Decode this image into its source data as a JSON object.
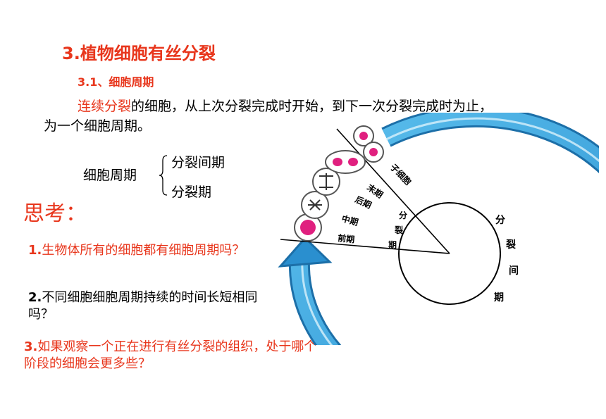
{
  "slide": {
    "title": "3.植物细胞有丝分裂",
    "subtitle": "3.1、细胞周期",
    "definition": {
      "highlight": "连续分裂",
      "line1_rest": "的细胞，从上次分裂完成时开始，到下一次分裂完成时为止，",
      "line2": "为一个细胞周期。"
    },
    "cell_cycle": {
      "label": "细胞周期",
      "items": [
        "分裂间期",
        "分裂期"
      ]
    },
    "think": {
      "heading": "思考：",
      "questions": [
        {
          "num": "1.",
          "text": "生物体所有的细胞都有细胞周期吗？"
        },
        {
          "num": "2.",
          "text": "不同细胞细胞周期持续的时间长短相同吗？"
        },
        {
          "num": "3.",
          "text": "如果观察一个正在进行有丝分裂的组织，处于哪个阶段的细胞会更多些？"
        }
      ]
    },
    "diagram": {
      "daughter_cells": "子细胞",
      "phases": [
        "末期",
        "后期",
        "中期",
        "前期"
      ],
      "mitosis": "分裂期",
      "interphase": "分裂间期",
      "colors": {
        "arrow": "#3aa8e2",
        "arrow_dark": "#1c6fa8",
        "chromosome": "#e0207f"
      }
    }
  }
}
